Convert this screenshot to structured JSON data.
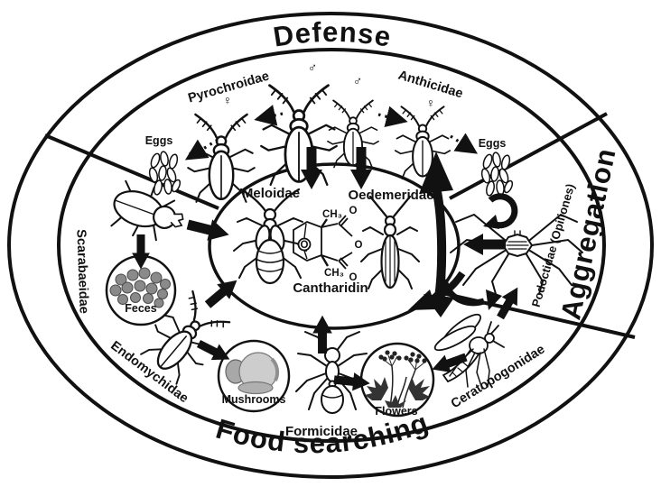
{
  "sectors": {
    "defense": "Defense",
    "aggregation": "Aggregation",
    "food_searching": "Food searching"
  },
  "families": {
    "pyrochroidae": "Pyrochroidae",
    "anthicidae": "Anthicidae",
    "meloidae": "Meloidae",
    "oedemeridae": "Oedemeridae",
    "scarabaeidae": "Scarabaeidae",
    "endomychidae": "Endomychidae",
    "formicidae": "Formicidae",
    "ceratopogonidae": "Ceratopogonidae",
    "podoctidae": "Podoctidae (Opiliones)"
  },
  "compound": {
    "name": "Cantharidin",
    "ch3_top": "CH₃",
    "ch3_bottom": "CH₃",
    "o_bridge": "O",
    "o_ring": "O",
    "o_top": "O",
    "o_bottom": "O"
  },
  "items": {
    "eggs_left": "Eggs",
    "eggs_right": "Eggs",
    "feces": "Feces",
    "mushrooms": "Mushrooms",
    "flowers": "Flowers"
  },
  "symbols": {
    "female_pyrochroidae": "♀",
    "male_pyrochroidae": "♂",
    "male_anthicidae": "♂",
    "female_anthicidae": "♀"
  },
  "colors": {
    "ink": "#111111",
    "paper": "#ffffff"
  }
}
